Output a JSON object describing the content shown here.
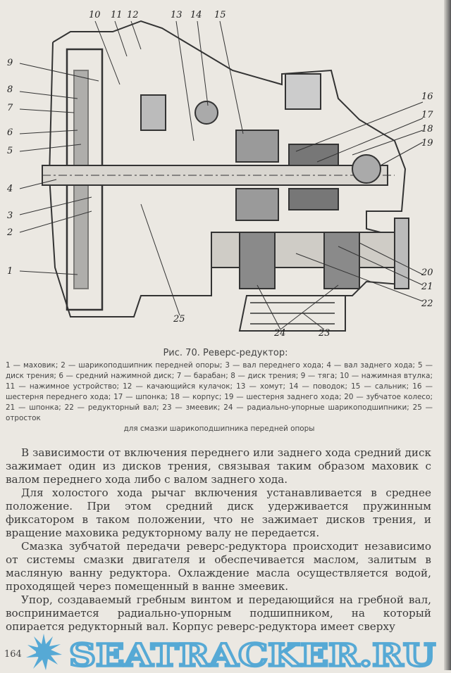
{
  "figure": {
    "callouts": {
      "top": [
        "10",
        "11",
        "12",
        "13",
        "14",
        "15"
      ],
      "left": [
        "9",
        "8",
        "7",
        "6",
        "5",
        "4",
        "3",
        "2",
        "1"
      ],
      "right": [
        "16",
        "17",
        "18",
        "19",
        "20",
        "21",
        "22"
      ],
      "bottom": [
        "25",
        "24",
        "23"
      ]
    }
  },
  "caption": {
    "title": "Рис. 70. Реверс-редуктор:",
    "legend": "1 — маховик; 2 — шарикоподшипник передней опоры; 3 — вал переднего хода; 4 — вал заднего хода; 5 — диск трения; 6 — средний нажимной диск; 7 — барабан; 8 — диск трения; 9 — тяга; 10 — нажимная втулка; 11 — нажимное устройство; 12 — качающийся кулачок; 13 — хомут; 14 — поводок; 15 — сальник; 16 — шестерня переднего хода; 17 — шпонка; 18 — корпус; 19 — шестерня заднего хода; 20 — зубчатое колесо; 21 — шпонка; 22 — редукторный вал; 23 — змеевик; 24 — радиально-упорные шарикоподшипники; 25 — отросток",
    "legend_last": "для смазки шарикоподшипника передней опоры"
  },
  "body": {
    "paragraphs": [
      "В зависимости от включения переднего или заднего хода средний диск зажимает один из дисков трения, связывая таким образом маховик с валом переднего хода либо с валом заднего хода.",
      "Для холостого хода рычаг включения устанавливается в среднее положение. При этом средний диск удерживается пружинным фиксатором в таком положении, что не зажимает дисков трения, и вращение маховика редукторному валу не передается.",
      "Смазка зубчатой передачи реверс-редуктора происходит независимо от системы смазки двигателя и обеспечивается маслом, залитым в масляную ванну редуктора. Охлаждение масла осуществляется водой, проходящей через помещенный в ванне змеевик.",
      "Упор, создаваемый гребным винтом и передающийся на гребной вал, воспринимается радиально-упорным подшипником, на который опирается редукторный вал. Корпус реверс-редуктора имеет сверху"
    ]
  },
  "page_number": "164",
  "watermark": "SEATRACKER.RU",
  "colors": {
    "paper": "#ebe8e2",
    "ink": "#333333",
    "watermark": "#3d9fd3"
  }
}
